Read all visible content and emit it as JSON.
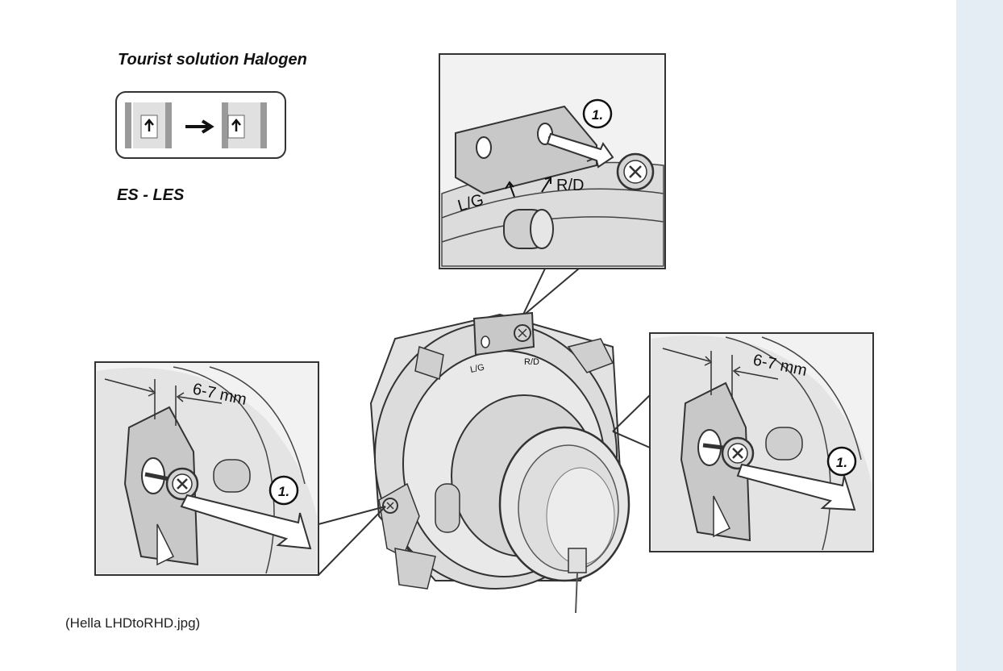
{
  "page": {
    "caption": "(Hella LHDtoRHD.jpg)"
  },
  "figure": {
    "title": "Tourist solution Halogen",
    "subtitle": "ES - LES",
    "left_marker_label": "L/G",
    "right_marker_label": "R/D",
    "step_label": "1.",
    "distance_label": "6-7 mm"
  },
  "colors": {
    "background": "#ffffff",
    "sidebar": "#e4ecf4",
    "line": "#3a3a3a",
    "metal": "#d0d0d0",
    "shade": "#a8a8a8"
  }
}
